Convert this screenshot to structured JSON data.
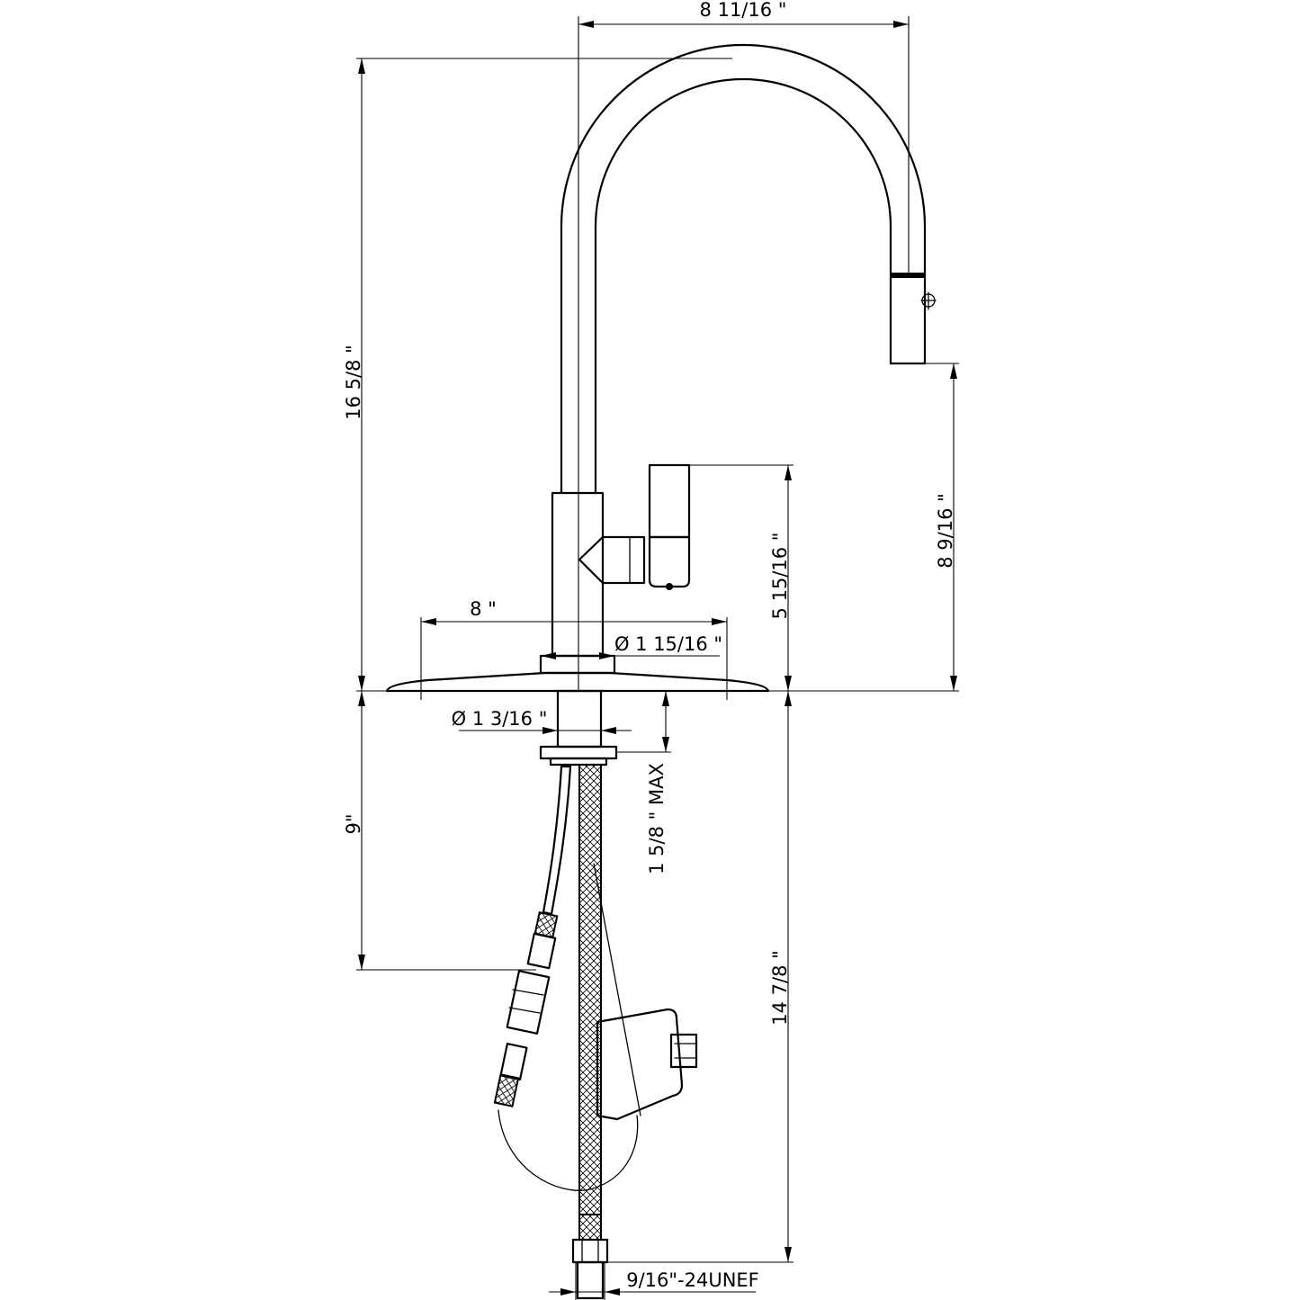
{
  "dimensions": {
    "spout_reach": "8  11/16 \"",
    "total_height": "16  5/8 \"",
    "spout_outlet_height": "8  9/16 \"",
    "handle_height": "5  15/16 \"",
    "deck_plate_width": "8 \"",
    "base_diameter": "Ø 1  15/16 \"",
    "shank_diameter": "Ø 1  3/16 \"",
    "max_deck_thickness": "1 5/8 \"  MAX",
    "hose_length": "9\"",
    "supply_hose_length": "14  7/8 \"",
    "connection_thread": "9/16\"-24UNEF"
  }
}
